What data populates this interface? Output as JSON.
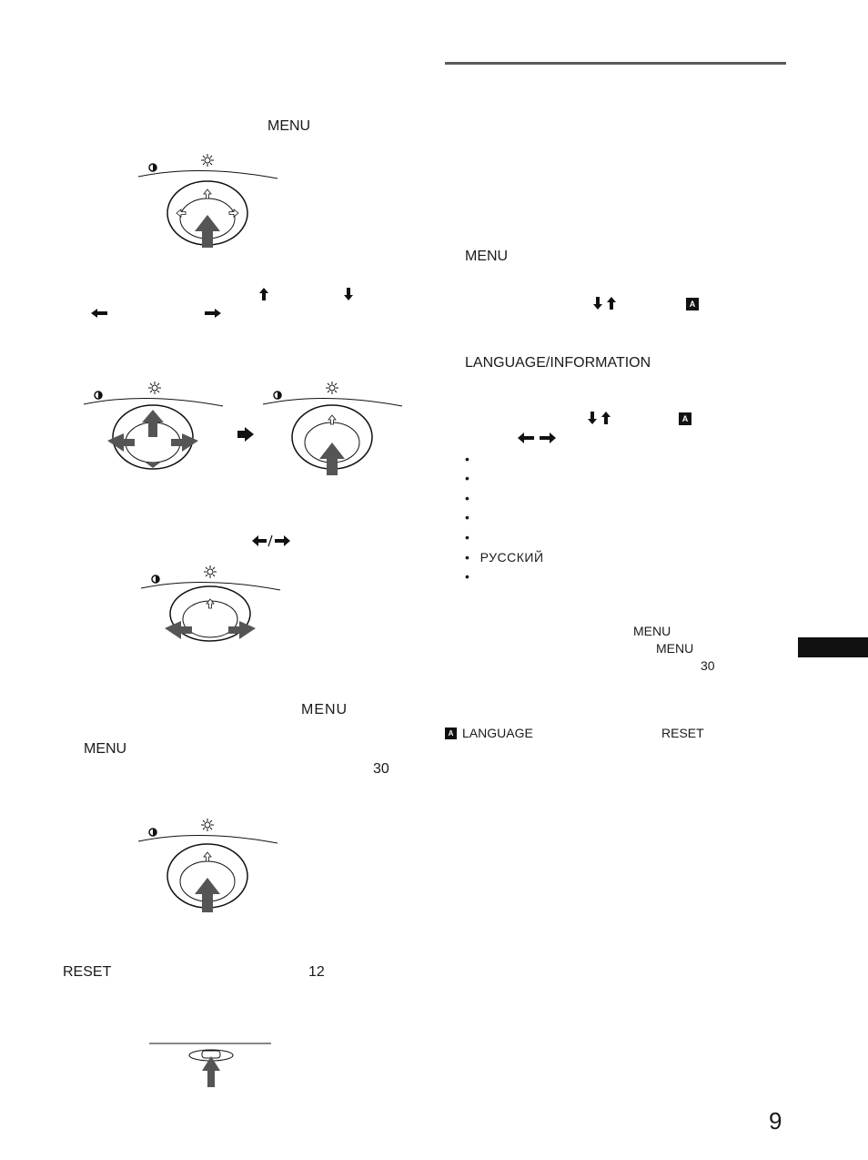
{
  "left_column": {
    "menu_label_1": "MENU",
    "menu_label_2": "MENU",
    "menu_label_3": "MENU",
    "number_30": "30",
    "reset_label": "RESET",
    "number_12": "12"
  },
  "right_column": {
    "menu_label": "MENU",
    "section_label": "LANGUAGE/INFORMATION",
    "languages": [
      "",
      "",
      "",
      "",
      "",
      "РУССКИЙ",
      ""
    ],
    "note_menu_1": "MENU",
    "note_menu_2": "MENU",
    "note_number": "30",
    "language_label": "LANGUAGE",
    "reset_label": "RESET"
  },
  "page_number": "9",
  "icons": {
    "contrast": "contrast-icon",
    "brightness": "brightness-icon",
    "language_menu": "language-menu-icon"
  }
}
